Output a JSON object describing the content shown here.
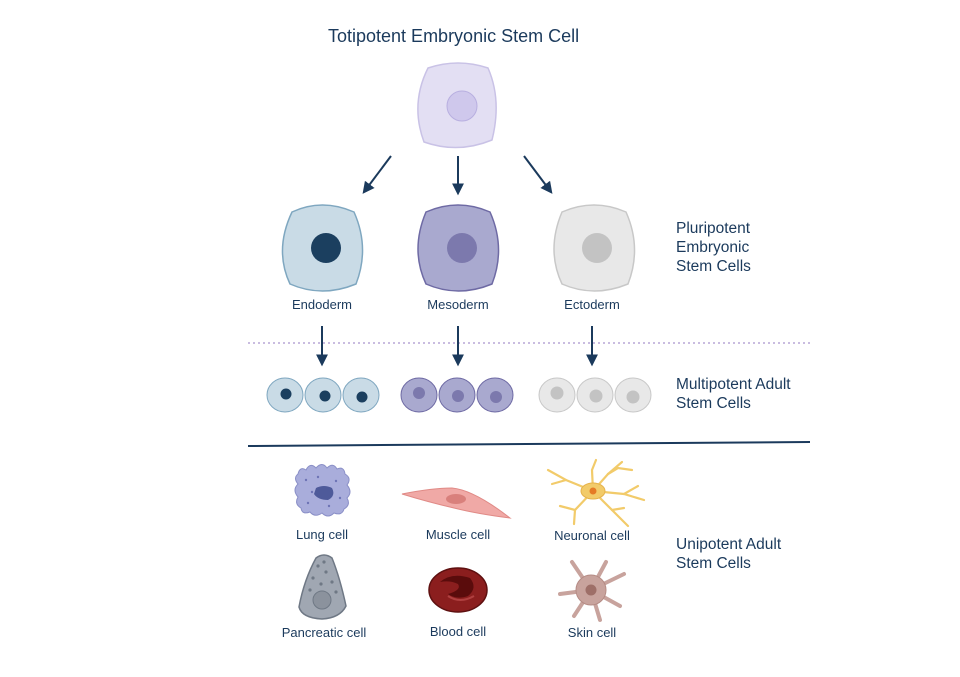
{
  "title": "Totipotent Embryonic Stem Cell",
  "stages": {
    "pluripotent": "Pluripotent\nEmbryonic\nStem Cells",
    "multipotent": "Multipotent Adult\nStem Cells",
    "unipotent": "Unipotent Adult\nStem Cells"
  },
  "germ_layers": [
    "Endoderm",
    "Mesoderm",
    "Ectoderm"
  ],
  "differentiated_cells": {
    "lung": "Lung cell",
    "muscle": "Muscle cell",
    "neuronal": "Neuronal cell",
    "pancreatic": "Pancreatic cell",
    "blood": "Blood cell",
    "skin": "Skin cell"
  },
  "colors": {
    "text": "#1b3a5c",
    "arrow": "#1b3a5c",
    "totipotent_fill": "#e3dff3",
    "endoderm_fill": "#c9dbe6",
    "endoderm_nucleus": "#1b3f5f",
    "mesoderm_fill": "#a9a9cf",
    "mesoderm_nucleus": "#7c79ad",
    "ectoderm_fill": "#e8e8e8",
    "ectoderm_nucleus": "#c3c3c3",
    "dotted_line": "#b7a6d6",
    "solid_line": "#1b3a5c"
  }
}
